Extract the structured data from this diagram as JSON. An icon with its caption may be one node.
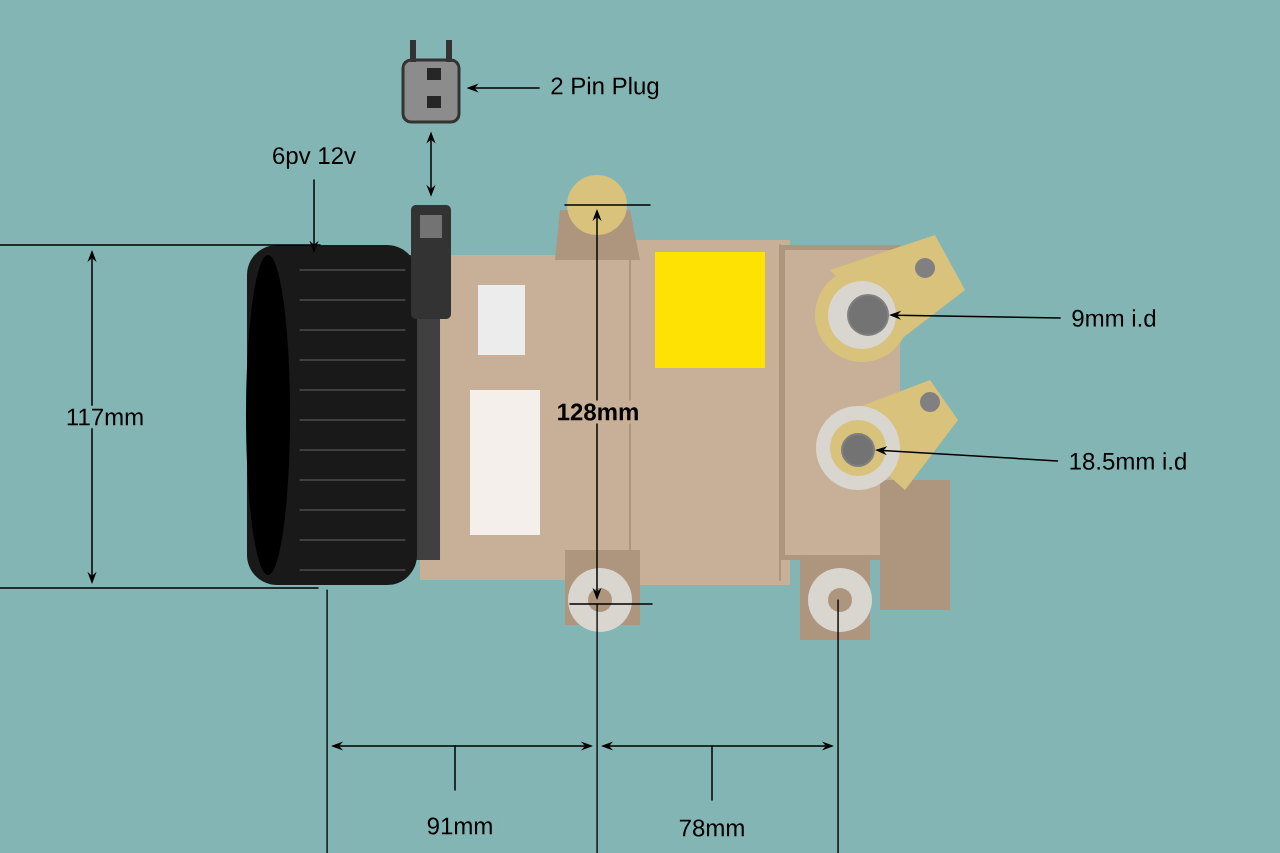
{
  "diagram": {
    "nodes": [
      {
        "text": [
          "2 Pin Plug"
        ]
      },
      {
        "text": [],
        "shape": "picture"
      },
      {
        "text": [
          "6pv 12v"
        ]
      },
      {
        "text": [],
        "shape": "picture"
      },
      {
        "text": [],
        "shape": "picture"
      },
      {
        "text": [
          "9mm i.d"
        ]
      },
      {
        "text": [],
        "shape": "circle"
      },
      {
        "text": [
          "18.5mm i.d"
        ]
      },
      {
        "text": [],
        "shape": "circle"
      }
    ],
    "edges": [
      {
        "from": 0,
        "to": 1,
        "arrow": "to"
      },
      {
        "from": 2,
        "to": 3,
        "arrow": "to"
      },
      {
        "from": 1,
        "to": 4,
        "arrow": "both"
      },
      {
        "from": 5,
        "to": 6,
        "arrow": "to"
      },
      {
        "from": 7,
        "to": 8,
        "arrow": "to"
      }
    ],
    "labels": [
      "117mm",
      "128mm",
      "91mm",
      "78mm"
    ]
  }
}
